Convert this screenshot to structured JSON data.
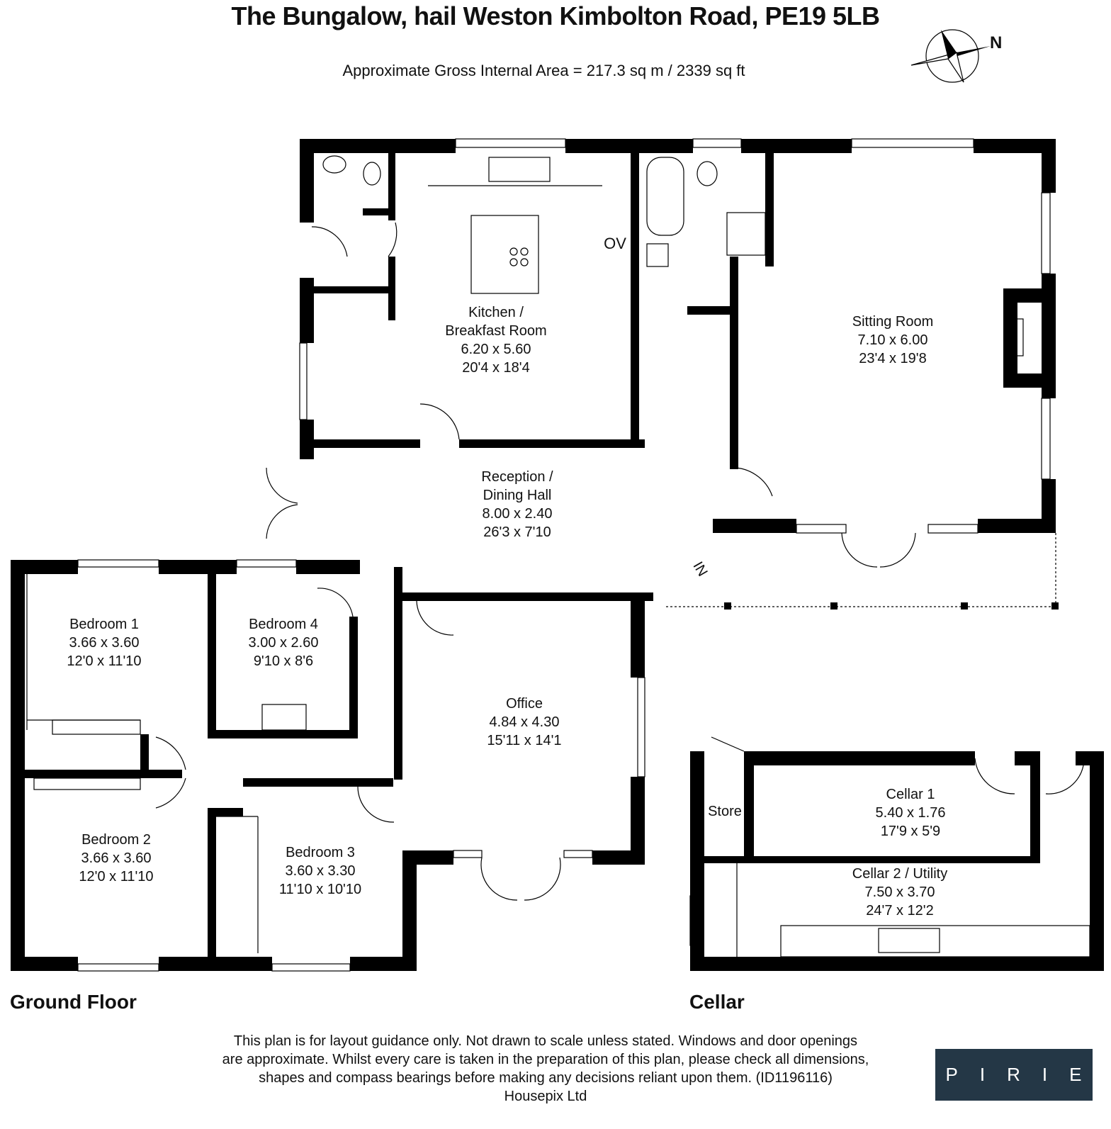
{
  "title": "The Bungalow, hail Weston Kimbolton Road, PE19 5LB",
  "area": "Approximate Gross Internal Area  = 217.3 sq m / 2339 sq ft",
  "north_label": "N",
  "entrance_label": "IN",
  "floors": {
    "ground": "Ground Floor",
    "cellar": "Cellar"
  },
  "rooms": {
    "kitchen": {
      "name1": "Kitchen /",
      "name2": "Breakfast Room",
      "metric": "6.20 x 5.60",
      "imperial": "20'4 x 18'4"
    },
    "oven": "OV",
    "sitting": {
      "name": "Sitting Room",
      "metric": "7.10 x 6.00",
      "imperial": "23'4 x 19'8"
    },
    "reception": {
      "name1": "Reception /",
      "name2": "Dining Hall",
      "metric": "8.00 x 2.40",
      "imperial": "26'3 x 7'10"
    },
    "bedroom1": {
      "name": "Bedroom 1",
      "metric": "3.66 x 3.60",
      "imperial": "12'0 x 11'10"
    },
    "bedroom4": {
      "name": "Bedroom 4",
      "metric": "3.00 x 2.60",
      "imperial": "9'10 x 8'6"
    },
    "office": {
      "name": "Office",
      "metric": "4.84 x 4.30",
      "imperial": "15'11 x 14'1"
    },
    "bedroom2": {
      "name": "Bedroom 2",
      "metric": "3.66 x 3.60",
      "imperial": "12'0 x 11'10"
    },
    "bedroom3": {
      "name": "Bedroom 3",
      "metric": "3.60 x 3.30",
      "imperial": "11'10 x 10'10"
    },
    "store": "Store",
    "cellar1": {
      "name": "Cellar 1",
      "metric": "5.40 x 1.76",
      "imperial": "17'9 x 5'9"
    },
    "cellar2": {
      "name": "Cellar 2 / Utility",
      "metric": "7.50 x 3.70",
      "imperial": "24'7 x 12'2"
    }
  },
  "disclaimer": {
    "line1": "This plan is for layout guidance only. Not drawn to scale unless stated. Windows and door openings",
    "line2": "are approximate. Whilst every care is taken in the preparation of this plan, please check all dimensions,",
    "line3": "shapes and compass bearings before making any decisions reliant upon them. (ID1196116)",
    "line4": "Housepix Ltd"
  },
  "logo": "PIRIE",
  "colors": {
    "wall": "#000000",
    "logo_bg": "#243746",
    "logo_text": "#ffffff"
  }
}
